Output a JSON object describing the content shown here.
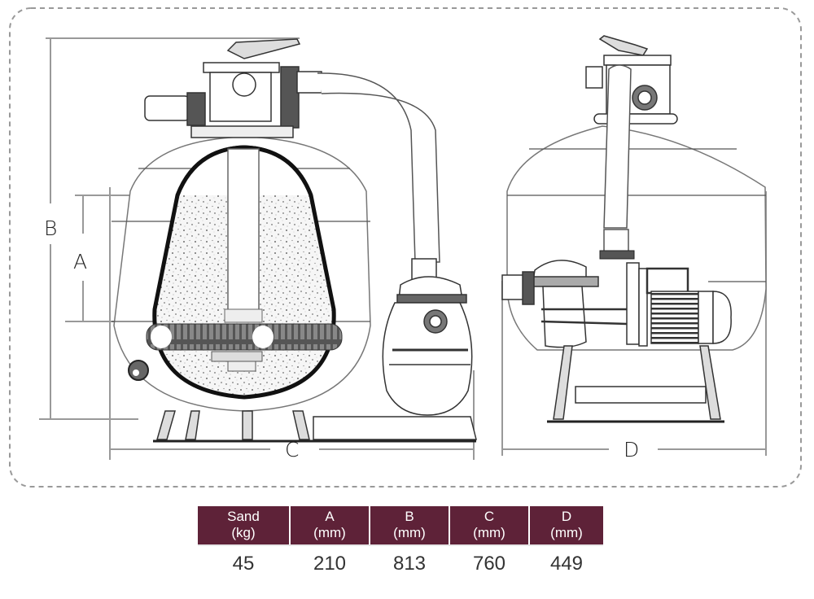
{
  "diagram": {
    "title": "Sand filter with pump - dimension drawing",
    "dimension_labels": {
      "A": "A",
      "B": "B",
      "C": "C",
      "D": "D"
    },
    "views": [
      "front-view",
      "side-view"
    ]
  },
  "spec_table": {
    "headers": [
      {
        "line1": "Sand",
        "line2": "(kg)"
      },
      {
        "line1": "A",
        "line2": "(mm)"
      },
      {
        "line1": "B",
        "line2": "(mm)"
      },
      {
        "line1": "C",
        "line2": "(mm)"
      },
      {
        "line1": "D",
        "line2": "(mm)"
      }
    ],
    "values": [
      "45",
      "210",
      "813",
      "760",
      "449"
    ],
    "header_color": "#5e2238"
  }
}
